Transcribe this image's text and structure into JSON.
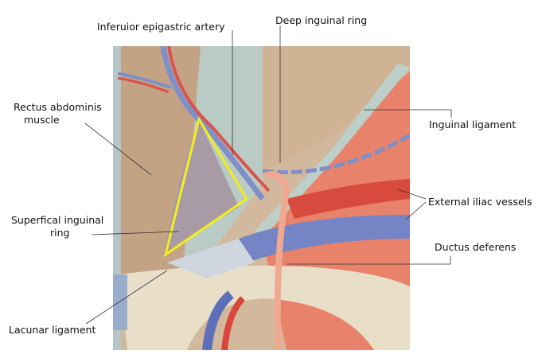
{
  "labels": {
    "inferior_epigastric": "Inferuior epigastric artery",
    "deep_ring": "Deep inguinal ring",
    "rectus_1": "Rectus abdominis",
    "rectus_2": "muscle",
    "inguinal_ligament": "Inguinal ligament",
    "external_iliac": "External iliac vessels",
    "superficial_1": "Superfical inguinal",
    "superficial_2": "ring",
    "ductus": "Ductus deferens",
    "lacunar": "Lacunar ligament"
  },
  "colors": {
    "highlight": "#f5ee1a",
    "muscle_tan": "#c9a98a",
    "artery": "#d9534a",
    "vein": "#7f8fc8",
    "iliopsoas": "#e87e68",
    "bone": "#e9dfc8",
    "ductus": "#f0a890"
  }
}
